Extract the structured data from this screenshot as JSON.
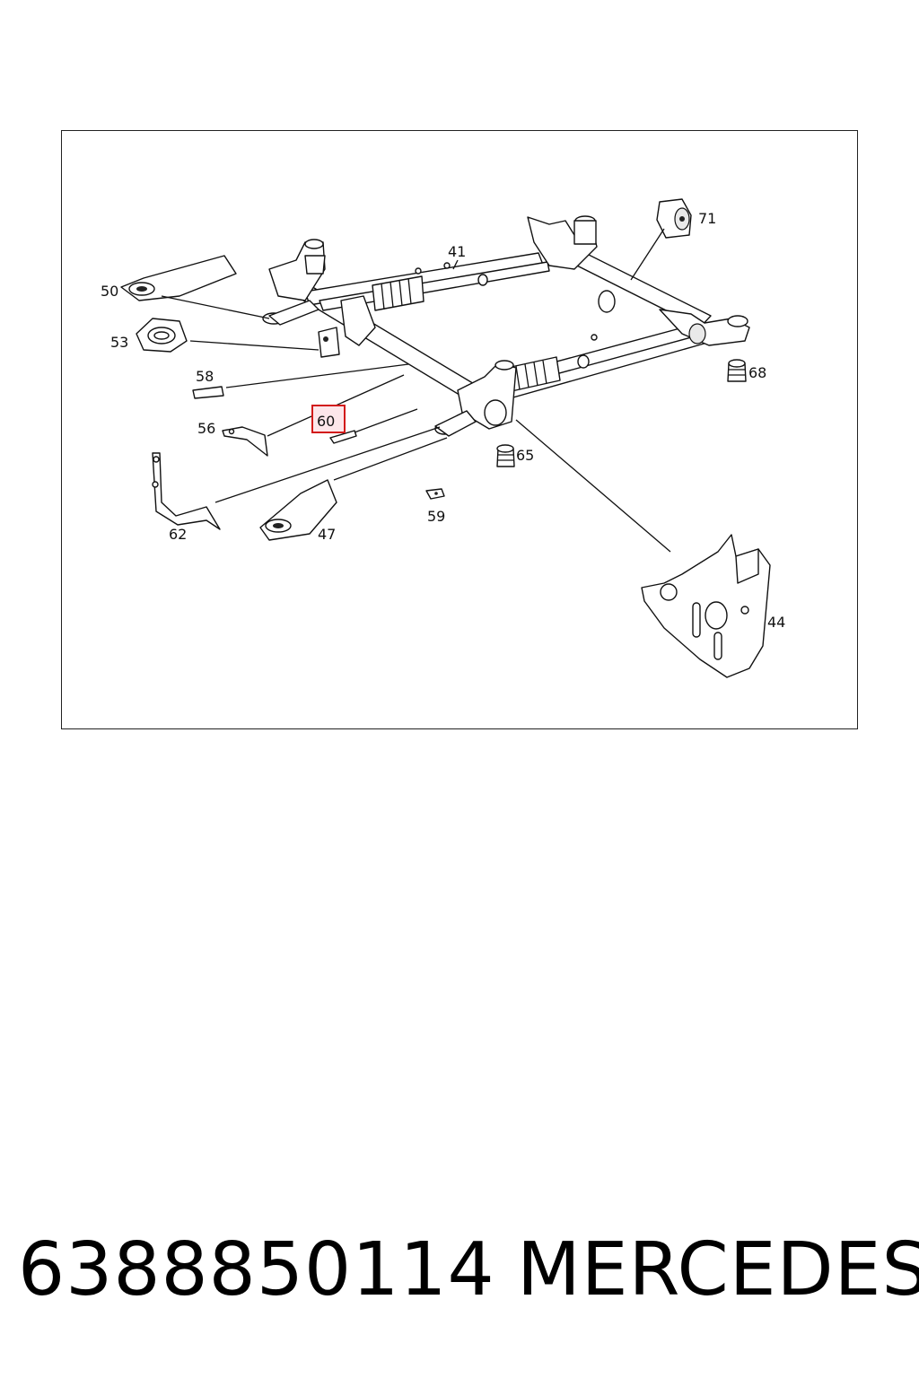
{
  "diagram": {
    "labels": {
      "l41": "41",
      "l44": "44",
      "l47": "47",
      "l50": "50",
      "l53": "53",
      "l56": "56",
      "l58": "58",
      "l59": "59",
      "l60": "60",
      "l62": "62",
      "l65": "65",
      "l68": "68",
      "l71": "71"
    },
    "highlighted_part": "60",
    "highlight_color": "#d21a1a"
  },
  "footer": {
    "part_number": "6388850114",
    "brand": "MERCEDES"
  }
}
